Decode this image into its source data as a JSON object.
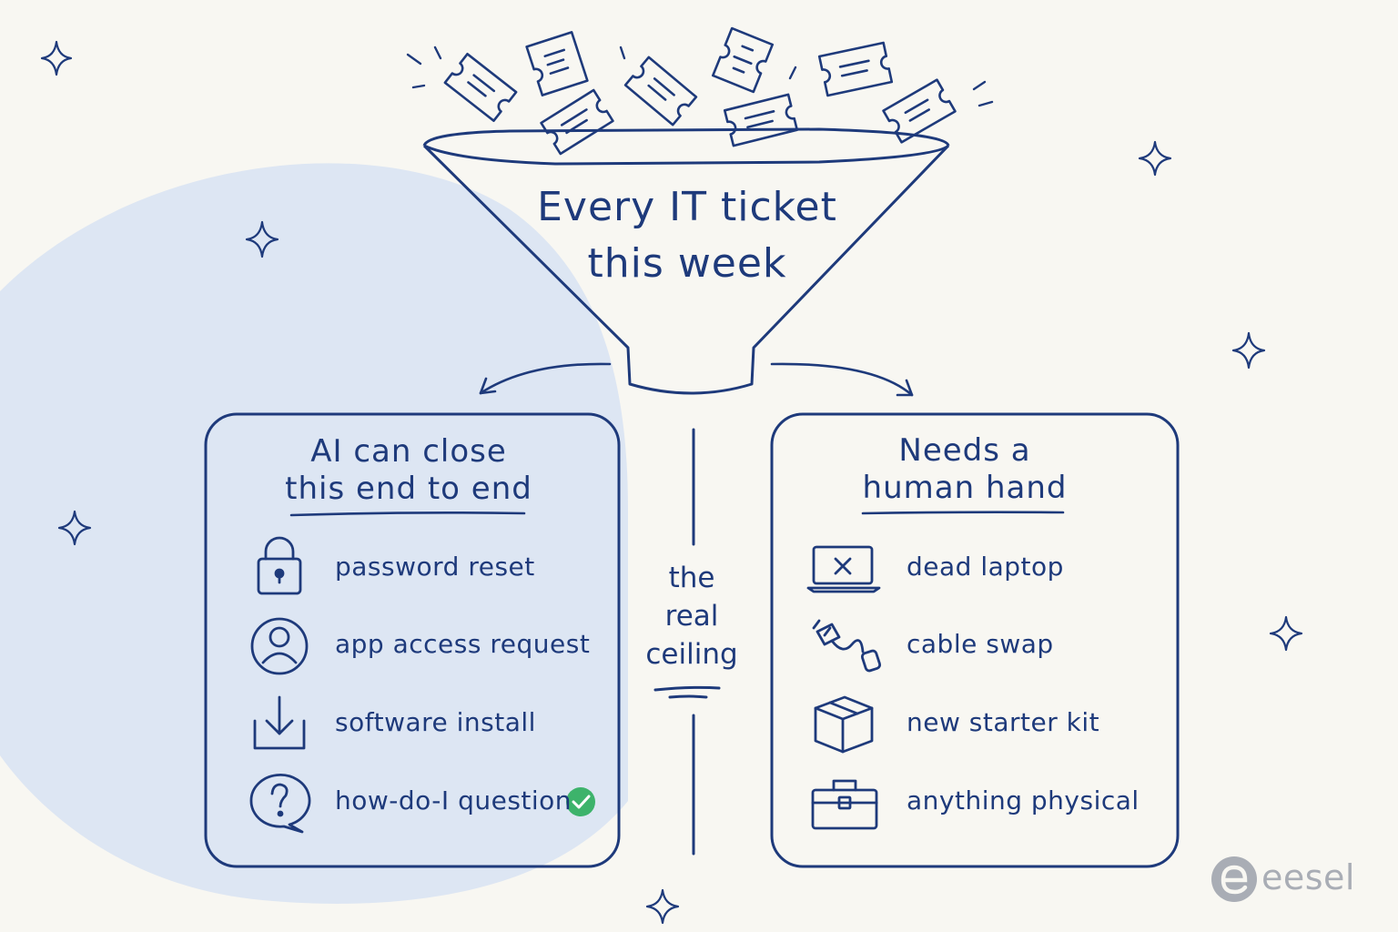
{
  "funnel": {
    "title_line1": "Every IT ticket",
    "title_line2": "this week"
  },
  "left_panel": {
    "title_line1": "AI can close",
    "title_line2": "this end to end",
    "items": [
      {
        "label": "password reset",
        "icon": "lock-icon"
      },
      {
        "label": "app access request",
        "icon": "user-icon"
      },
      {
        "label": "software install",
        "icon": "download-icon"
      },
      {
        "label": "how-do-I question",
        "icon": "question-bubble-icon",
        "badge": "check-circle-icon"
      }
    ]
  },
  "divider": {
    "line1": "the",
    "line2": "real",
    "line3": "ceiling"
  },
  "right_panel": {
    "title_line1": "Needs a",
    "title_line2": "human hand",
    "items": [
      {
        "label": "dead laptop",
        "icon": "broken-laptop-icon"
      },
      {
        "label": "cable swap",
        "icon": "plug-cable-icon"
      },
      {
        "label": "new starter kit",
        "icon": "box-icon"
      },
      {
        "label": "anything physical",
        "icon": "toolbox-icon"
      }
    ]
  },
  "brand": {
    "name": "eesel",
    "logo": "eesel-logo-icon"
  },
  "colors": {
    "ink": "#1e3a7b",
    "background": "#f8f7f2",
    "blob": "#dde6f3",
    "check": "#3db36b",
    "brand_gray": "#a9adb5"
  }
}
